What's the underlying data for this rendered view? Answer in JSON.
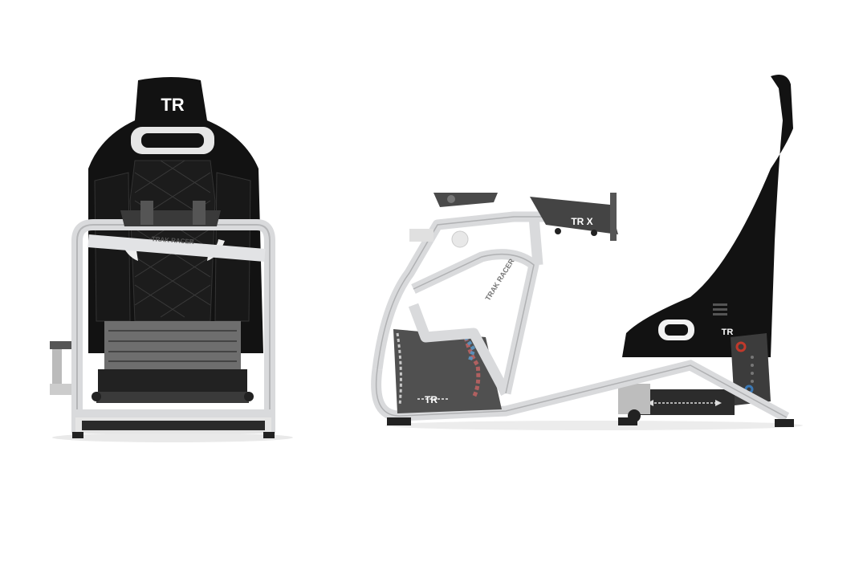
{
  "product": {
    "front_logo": "TR",
    "front_bar_label": "TRAK RACER",
    "side_bar_label": "TR X",
    "side_tube_label": "TRAK RACER",
    "side_plate_logo": "TR",
    "seat_side_logo": "TR"
  },
  "colors": {
    "background": "#ffffff",
    "frame": "#d9dadc",
    "seat": "#111111",
    "accent_red": "#c0392b",
    "accent_blue": "#3a78b5"
  }
}
